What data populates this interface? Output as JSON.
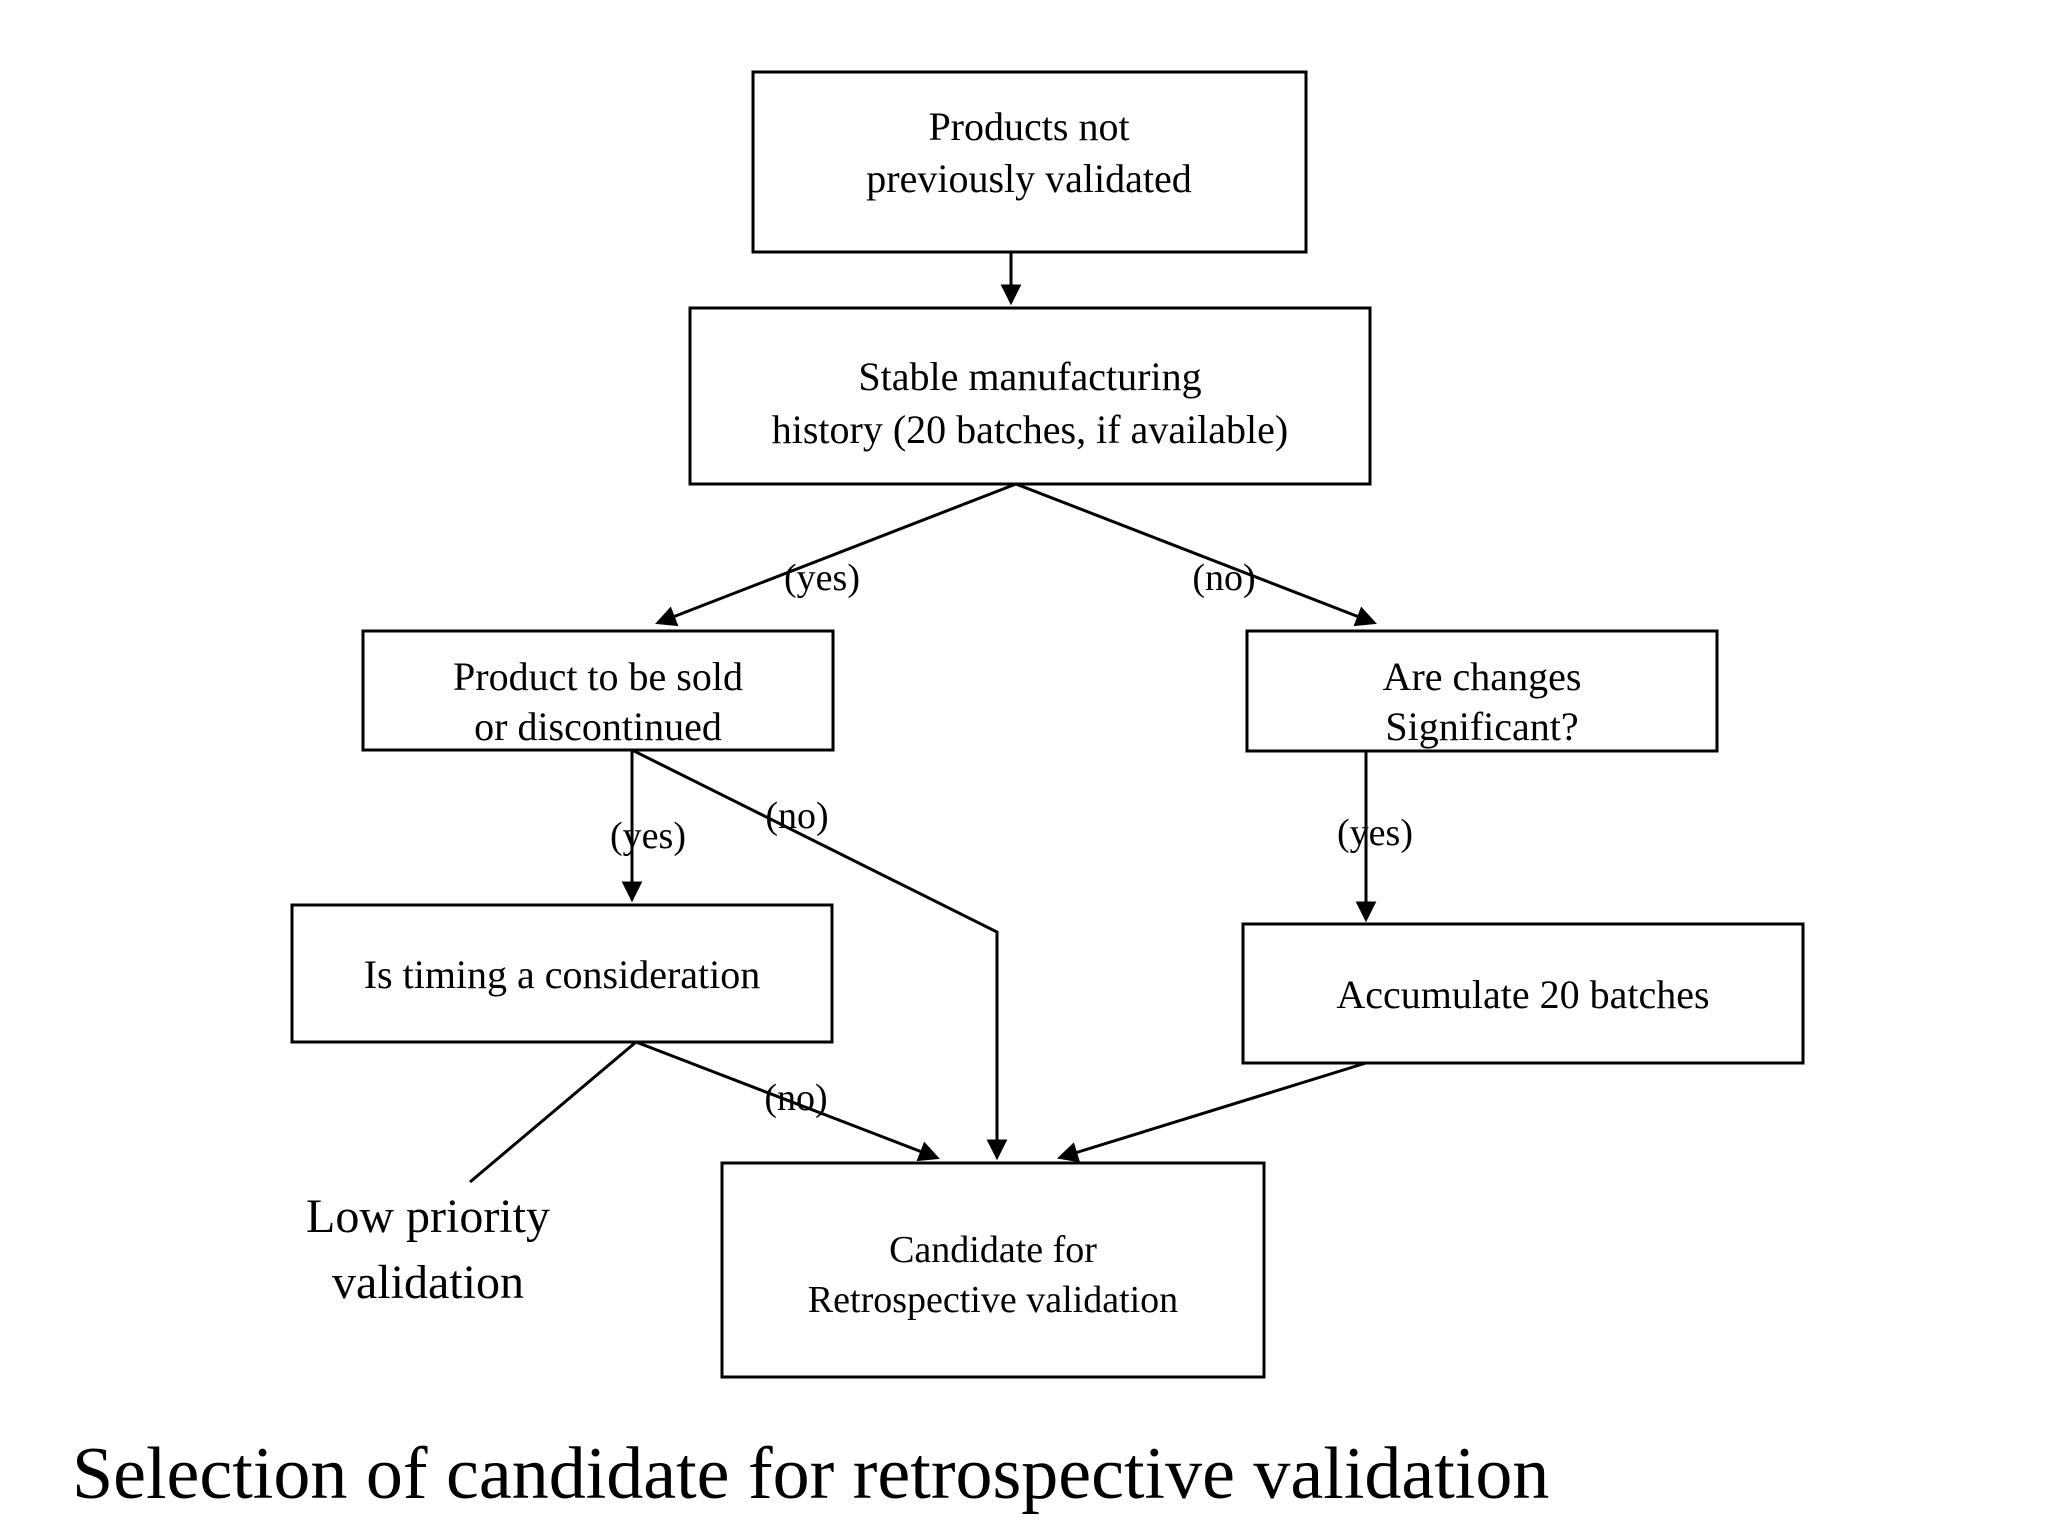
{
  "diagram": {
    "caption": "Selection of candidate for retrospective validation",
    "stroke_color": "#000000",
    "fill_color": "#ffffff",
    "background": "#ffffff",
    "nodes": [
      {
        "id": "products-not-validated",
        "lines": [
          "Products not",
          "previously validated"
        ],
        "line1": "Products not",
        "line2": "previously validated"
      },
      {
        "id": "stable-manufacturing-history",
        "lines": [
          "Stable manufacturing",
          "history (20 batches, if available)"
        ],
        "line1": "Stable manufacturing",
        "line2": "history (20 batches, if available)"
      },
      {
        "id": "product-sold-or-discontinued",
        "lines": [
          "Product to be sold",
          "or discontinued"
        ],
        "line1": "Product to be sold",
        "line2": "or discontinued"
      },
      {
        "id": "are-changes-significant",
        "lines": [
          "Are changes",
          "Significant?"
        ],
        "line1": "Are changes",
        "line2": "Significant?"
      },
      {
        "id": "is-timing-a-consideration",
        "lines": [
          "Is timing a consideration"
        ],
        "line1": "Is timing a consideration"
      },
      {
        "id": "accumulate-20-batches",
        "lines": [
          "Accumulate 20 batches"
        ],
        "line1": "Accumulate 20 batches"
      },
      {
        "id": "candidate-for-retrospective-validation",
        "lines": [
          "Candidate for",
          "Retrospective validation"
        ],
        "line1": "Candidate for",
        "line2": "Retrospective validation"
      }
    ],
    "free_labels": [
      {
        "id": "low-priority-validation",
        "line1": "Low priority",
        "line2": "validation"
      }
    ],
    "edge_labels": {
      "history_yes": "(yes)",
      "history_no": "(no)",
      "product_yes": "(yes)",
      "product_no": "(no)",
      "changes_yes": "(yes)",
      "timing_no": "(no)"
    }
  }
}
